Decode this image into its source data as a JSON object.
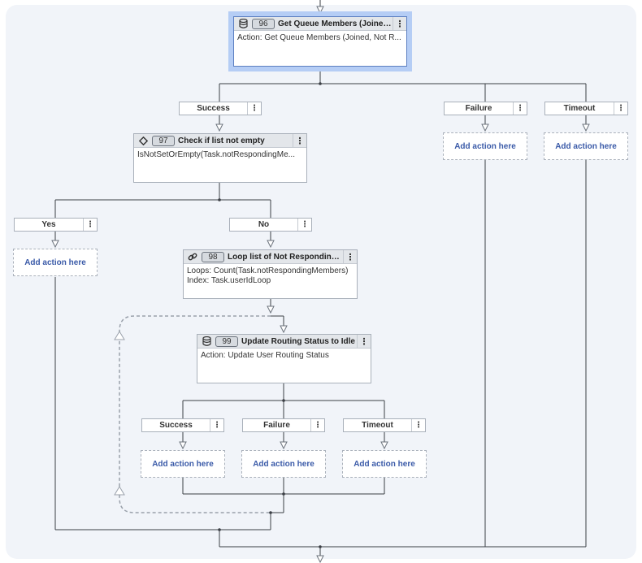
{
  "nodes": {
    "n96": {
      "number": "96",
      "title": "Get Queue Members (Joined,...",
      "body": "Action: Get Queue Members (Joined, Not R...",
      "icon": "database-icon"
    },
    "n97": {
      "number": "97",
      "title": "Check if list not empty",
      "body": "IsNotSetOrEmpty(Task.notRespondingMe...",
      "icon": "diamond-icon"
    },
    "n98": {
      "number": "98",
      "title": "Loop list of Not Responding ...",
      "body1": "Loops: Count(Task.notRespondingMembers)",
      "body2": "Index: Task.userIdLoop",
      "icon": "link-icon"
    },
    "n99": {
      "number": "99",
      "title": "Update Routing Status to Idle",
      "body": "Action: Update User Routing Status",
      "icon": "database-icon"
    }
  },
  "branches": {
    "success": "Success",
    "failure": "Failure",
    "timeout": "Timeout",
    "yes": "Yes",
    "no": "No"
  },
  "menu_glyph": "⋮",
  "add_action": "Add action here",
  "colors": {
    "canvas": "#f1f4f9",
    "selected_outline": "#b5cdf5",
    "link": "#3a5aa8",
    "header": "#e3e6ea"
  }
}
